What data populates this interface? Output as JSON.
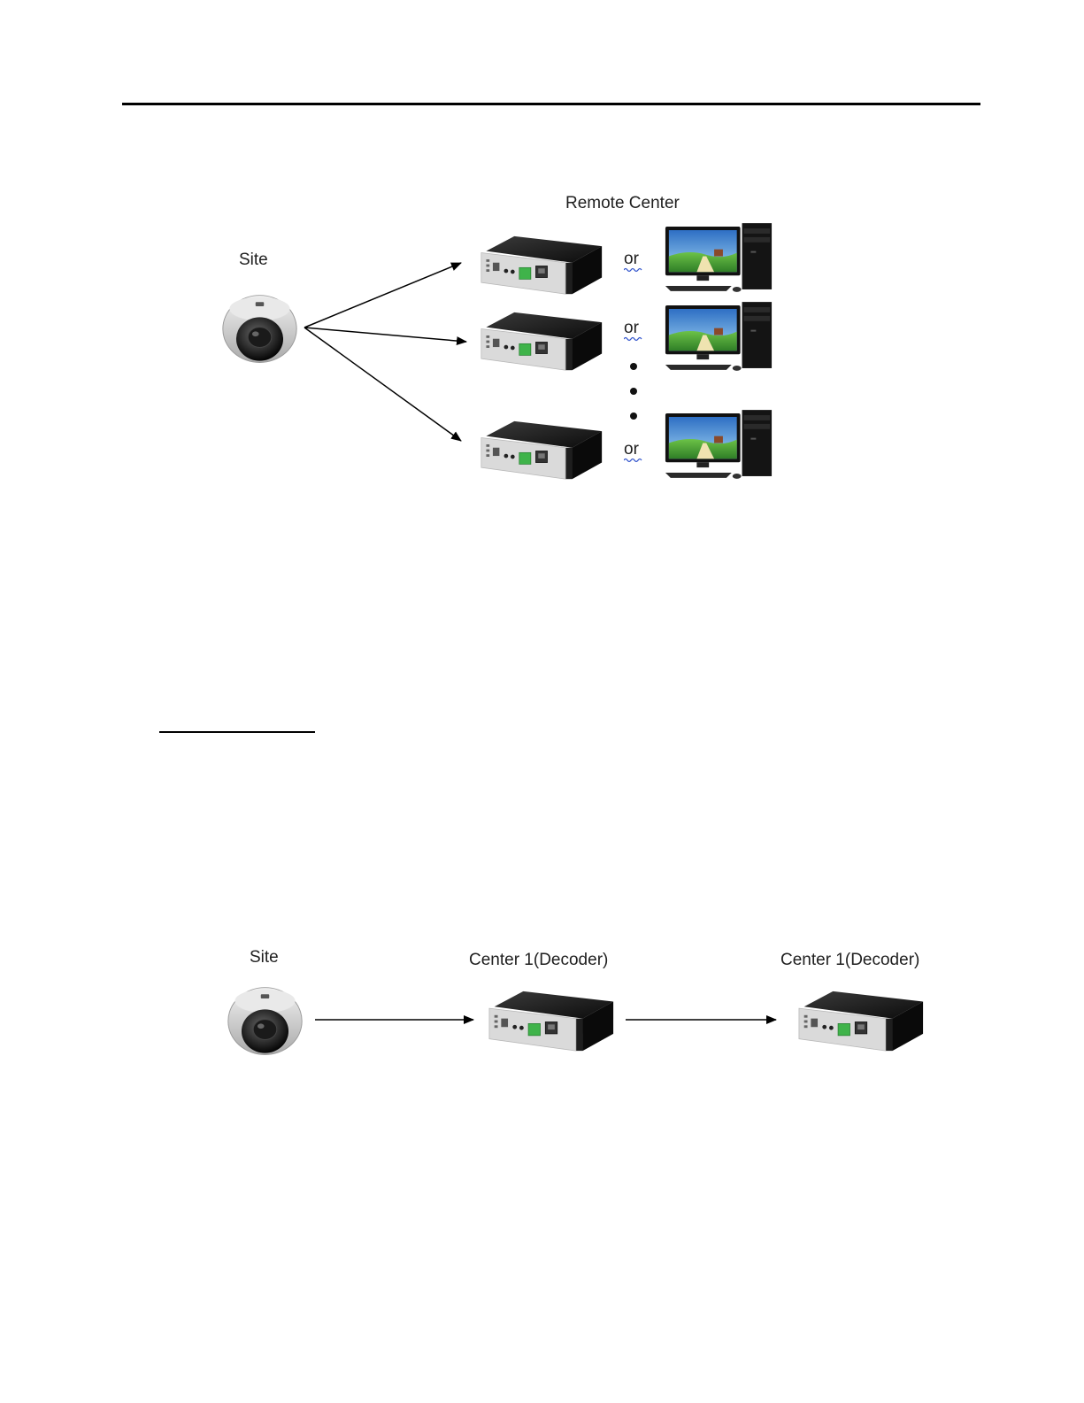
{
  "diagram1": {
    "site_label": "Site",
    "center_label": "Remote Center",
    "or_labels": [
      "or",
      "or",
      "or"
    ]
  },
  "diagram2": {
    "site_label": "Site",
    "center_a_label": "Center 1(Decoder)",
    "center_b_label": "Center 1(Decoder)"
  },
  "icons": {
    "camera": "dome-camera-icon",
    "decoder": "video-decoder-box-icon",
    "pc": "desktop-pc-icon"
  },
  "colors": {
    "device_body": "#1b1b1b",
    "device_face": "#d8d8d8",
    "terminal_green": "#3fb34a",
    "screen_sky": "#3b8ed8",
    "screen_grass": "#4aa83a",
    "or_underline": "#3355cc"
  }
}
